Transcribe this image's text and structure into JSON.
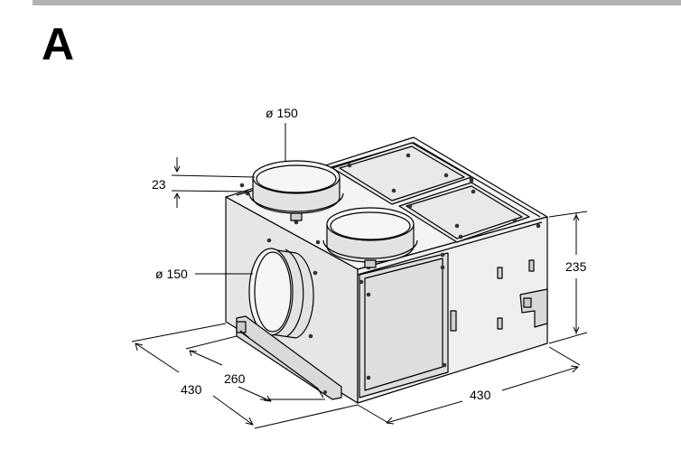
{
  "figure_letter": "A",
  "labels": {
    "top_duct_diameter": "ø 150",
    "side_duct_diameter": "ø 150",
    "collar_height": "23",
    "height": "235",
    "depth": "430",
    "width": "430",
    "mount_width": "260"
  },
  "colors": {
    "rule": "#b3b3b3",
    "line": "#000000",
    "panel_shade": "#dcdcdc",
    "face_shade": "#ebebeb"
  }
}
